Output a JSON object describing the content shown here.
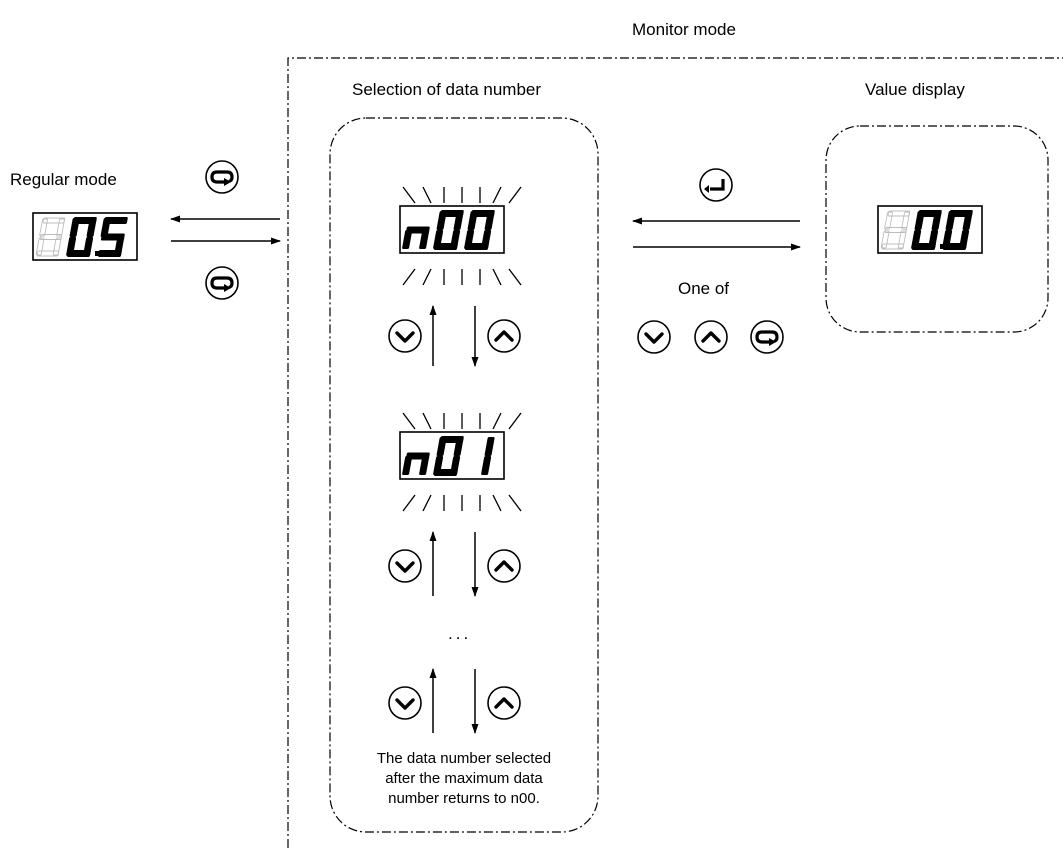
{
  "labels": {
    "monitor_mode": "Monitor mode",
    "selection_of_data_number": "Selection of data number",
    "value_display": "Value display",
    "regular_mode": "Regular mode",
    "one_of": "One of",
    "ellipsis": "...",
    "note_lines": [
      "The data number selected",
      "after the maximum data",
      "number returns to n00."
    ]
  },
  "displays": {
    "regular": {
      "digits": [
        "8",
        "0",
        "5"
      ],
      "lit": [
        false,
        true,
        true
      ],
      "dots": [
        false,
        true,
        false
      ],
      "blinking": false
    },
    "n00": {
      "digits": [
        "n",
        "0",
        "0"
      ],
      "lit": [
        true,
        true,
        true
      ],
      "dots": [
        false,
        false,
        false
      ],
      "blinking": true
    },
    "n01": {
      "digits": [
        "n",
        "0",
        "1"
      ],
      "lit": [
        true,
        true,
        true
      ],
      "dots": [
        false,
        false,
        false
      ],
      "blinking": true
    },
    "value": {
      "digits": [
        "8",
        "0",
        "0"
      ],
      "lit": [
        false,
        true,
        true
      ],
      "dots": [
        false,
        true,
        false
      ],
      "blinking": false
    }
  },
  "buttons": {
    "mode_icon": "mode-cycle-icon",
    "enter_icon": "enter-icon",
    "down_icon": "chevron-down-icon",
    "up_icon": "chevron-up-icon"
  },
  "colors": {
    "ink": "#000000",
    "unlit_segment": "#bdbdbd"
  }
}
